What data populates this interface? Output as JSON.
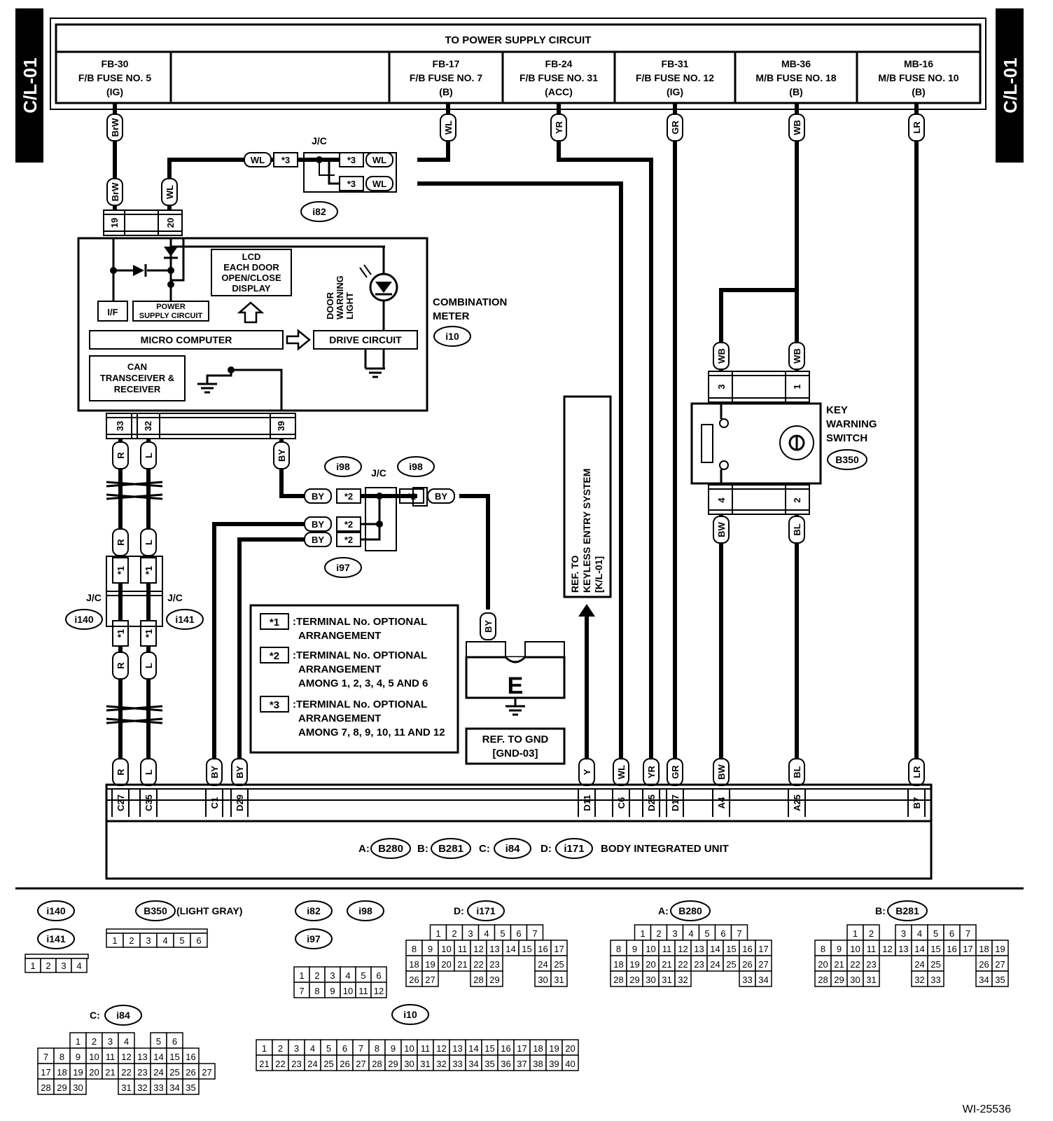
{
  "side_tags": {
    "left": "C/L-01",
    "right": "C/L-01"
  },
  "power": {
    "title": "TO POWER SUPPLY CIRCUIT",
    "fuses": [
      {
        "l1": "FB-30",
        "l2": "F/B FUSE NO. 5",
        "l3": "(IG)"
      },
      {
        "l1": "FB-17",
        "l2": "F/B FUSE NO. 7",
        "l3": "(B)"
      },
      {
        "l1": "FB-24",
        "l2": "F/B FUSE NO. 31",
        "l3": "(ACC)"
      },
      {
        "l1": "FB-31",
        "l2": "F/B FUSE NO. 12",
        "l3": "(IG)"
      },
      {
        "l1": "MB-36",
        "l2": "M/B FUSE NO. 18",
        "l3": "(B)"
      },
      {
        "l1": "MB-16",
        "l2": "M/B FUSE NO. 10",
        "l3": "(B)"
      }
    ]
  },
  "wire_colors": {
    "BrW": "BrW",
    "WL": "WL",
    "YR": "YR",
    "GR": "GR",
    "WB": "WB",
    "LR": "LR",
    "R": "R",
    "L": "L",
    "BY": "BY",
    "BW": "BW",
    "BL": "BL",
    "Y": "Y"
  },
  "marks": {
    "s1": "*1",
    "s2": "*2",
    "s3": "*3"
  },
  "jc": "J/C",
  "conn": {
    "i82": "i82",
    "i98": "i98",
    "i97": "i97",
    "i10": "i10",
    "i140": "i140",
    "i141": "i141",
    "B350": "B350",
    "B280": "B280",
    "B281": "B281",
    "i84": "i84",
    "i171": "i171"
  },
  "meter": {
    "pins": {
      "p19": "19",
      "p20": "20",
      "p33": "33",
      "p32": "32",
      "p39": "39"
    },
    "lcd": [
      "LCD",
      "EACH DOOR",
      "OPEN/CLOSE",
      "DISPLAY"
    ],
    "if": "I/F",
    "power_supply": [
      "POWER",
      "SUPPLY CIRCUIT"
    ],
    "micro": "MICRO COMPUTER",
    "drive": "DRIVE CIRCUIT",
    "can": [
      "CAN",
      "TRANSCEIVER &",
      "RECEIVER"
    ],
    "warn": [
      "DOOR",
      "WARNING",
      "LIGHT"
    ],
    "label": [
      "COMBINATION",
      "METER"
    ]
  },
  "key_switch": {
    "label": [
      "KEY",
      "WARNING",
      "SWITCH"
    ],
    "pins": {
      "p3": "3",
      "p1": "1",
      "p4": "4",
      "p2": "2"
    }
  },
  "ref_keyless": [
    "REF. TO",
    "KEYLESS ENTRY SYSTEM",
    "[K/L-01]"
  ],
  "ground": {
    "letter": "E",
    "ref": [
      "REF. TO GND",
      "[GND-03]"
    ]
  },
  "notes": [
    {
      "mark": "*1",
      "lines": [
        ":TERMINAL No. OPTIONAL",
        "ARRANGEMENT"
      ]
    },
    {
      "mark": "*2",
      "lines": [
        ":TERMINAL No. OPTIONAL",
        "ARRANGEMENT",
        "AMONG 1, 2, 3, 4, 5 AND 6"
      ]
    },
    {
      "mark": "*3",
      "lines": [
        ":TERMINAL No. OPTIONAL",
        "ARRANGEMENT",
        "AMONG 7, 8, 9, 10, 11 AND 12"
      ]
    }
  ],
  "biu": {
    "pins": {
      "c27": "C27",
      "c35": "C35",
      "c1": "C1",
      "d29": "D29",
      "d11": "D11",
      "c6": "C6",
      "d25": "D25",
      "d17": "D17",
      "a4": "A4",
      "a25": "A25",
      "b7": "B7"
    },
    "prefix": {
      "a": "A:",
      "b": "B:",
      "c": "C:",
      "d": "D:"
    },
    "title": "BODY INTEGRATED UNIT"
  },
  "legend": {
    "light_gray": "(LIGHT GRAY)",
    "i140_rows": [
      [
        "1",
        "2",
        "3",
        "4"
      ]
    ],
    "b350_rows": [
      [
        "1",
        "2",
        "3",
        "4",
        "5",
        "6"
      ]
    ],
    "i82_rows": [
      [
        "1",
        "2",
        "3",
        "4",
        "5",
        "6"
      ],
      [
        "7",
        "8",
        "9",
        "10",
        "11",
        "12"
      ]
    ],
    "i171_rows": [
      [
        "1",
        "2",
        "3",
        "4",
        "5",
        "6",
        "7"
      ],
      [
        "8",
        "9",
        "10",
        "11",
        "12",
        "13",
        "14",
        "15",
        "16",
        "17"
      ],
      [
        "18",
        "19",
        "20",
        "21",
        "22",
        "23",
        "",
        "",
        "24",
        "25"
      ],
      [
        "26",
        "27",
        "",
        "",
        "28",
        "29",
        "",
        "",
        "30",
        "31"
      ]
    ],
    "b280_rows": [
      [
        "1",
        "2",
        "3",
        "4",
        "5",
        "6",
        "7"
      ],
      [
        "8",
        "9",
        "10",
        "11",
        "12",
        "13",
        "14",
        "15",
        "16",
        "17"
      ],
      [
        "18",
        "19",
        "20",
        "21",
        "22",
        "23",
        "24",
        "25",
        "26",
        "27"
      ],
      [
        "28",
        "29",
        "30",
        "31",
        "32",
        "",
        "",
        "",
        "33",
        "34"
      ]
    ],
    "b281_rows": [
      [
        "1",
        "2",
        "",
        "3",
        "4",
        "5",
        "6",
        "7"
      ],
      [
        "8",
        "9",
        "10",
        "11",
        "12",
        "13",
        "14",
        "15",
        "16",
        "17",
        "18",
        "19"
      ],
      [
        "20",
        "21",
        "22",
        "23",
        "",
        "",
        "24",
        "25",
        "",
        "",
        "26",
        "27"
      ],
      [
        "28",
        "29",
        "30",
        "31",
        "",
        "",
        "32",
        "33",
        "",
        "",
        "34",
        "35"
      ]
    ],
    "i84_rows": [
      [
        "1",
        "2",
        "3",
        "4",
        "",
        "5",
        "6"
      ],
      [
        "7",
        "8",
        "9",
        "10",
        "11",
        "12",
        "13",
        "14",
        "15",
        "16"
      ],
      [
        "17",
        "18",
        "19",
        "20",
        "21",
        "22",
        "23",
        "24",
        "25",
        "26",
        "27"
      ],
      [
        "28",
        "29",
        "30",
        "",
        "",
        "31",
        "32",
        "33",
        "34",
        "35"
      ]
    ],
    "i10_rows": [
      [
        "1",
        "2",
        "3",
        "4",
        "5",
        "6",
        "7",
        "8",
        "9",
        "10",
        "11",
        "12",
        "13",
        "14",
        "15",
        "16",
        "17",
        "18",
        "19",
        "20"
      ],
      [
        "21",
        "22",
        "23",
        "24",
        "25",
        "26",
        "27",
        "28",
        "29",
        "30",
        "31",
        "32",
        "33",
        "34",
        "35",
        "36",
        "37",
        "38",
        "39",
        "40"
      ]
    ]
  },
  "figure_id": "WI-25536"
}
